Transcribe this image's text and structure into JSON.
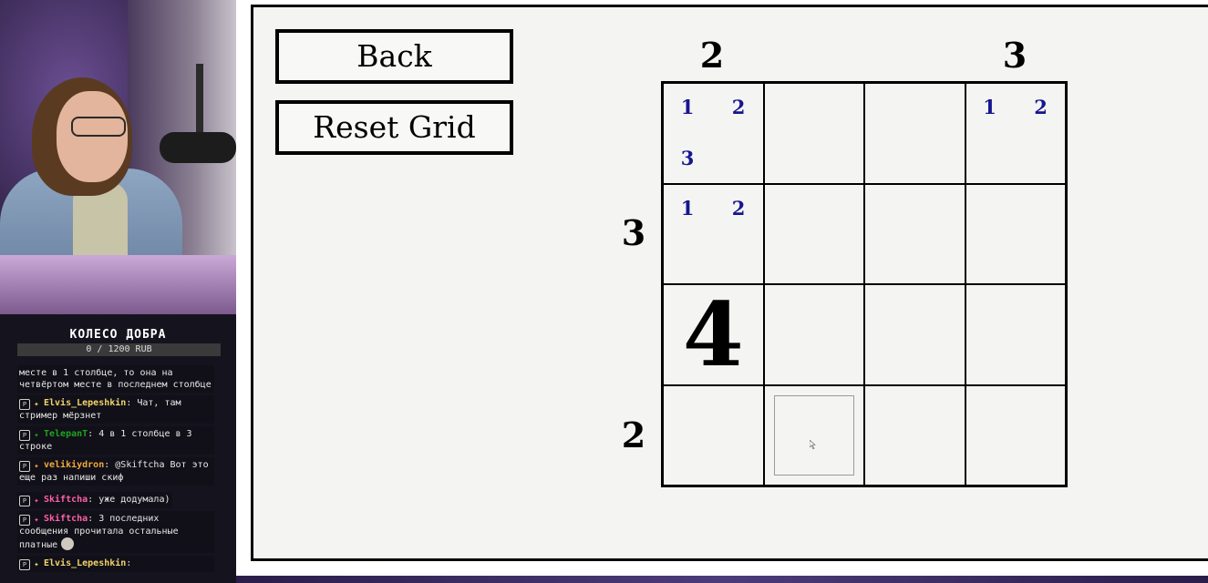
{
  "donation": {
    "title": "КОЛЕСО ДОБРА",
    "progress_text": "0 / 1200 RUB",
    "progress": 0
  },
  "chat": [
    {
      "user": "",
      "text": "месте в 1 столбце, то она на четвёртом месте в последнем столбце",
      "user_color": "#e8e8e8"
    },
    {
      "user": "Elvis_Lepeshkin",
      "text": ": Чат, там стример мёрзнет",
      "user_color": "#f2d36b"
    },
    {
      "user": "TelepanT",
      "text": ": 4 в 1 столбце в 3 строке",
      "user_color": "#1fa31f"
    },
    {
      "user": "velikiydron",
      "text": ": @Skiftcha Вот это еще раз напиши скиф",
      "user_color": "#f2a93b"
    },
    {
      "user": "Skiftcha",
      "text": ": уже додумала)",
      "user_color": "#ff5fa8"
    },
    {
      "user": "Skiftcha",
      "text": ": 3 последних сообщения прочитала остальные платные",
      "user_color": "#ff5fa8"
    },
    {
      "user": "Elvis_Lepeshkin",
      "text": ":",
      "user_color": "#f2d36b"
    }
  ],
  "buttons": {
    "back": "Back",
    "reset": "Reset Grid"
  },
  "clues": {
    "top": [
      "2",
      "",
      "",
      "3"
    ],
    "left": [
      "",
      "3",
      "",
      "2"
    ]
  },
  "grid": [
    [
      {
        "notes": [
          "1",
          "2",
          "3"
        ]
      },
      {},
      {},
      {
        "notes": [
          "1",
          "2"
        ]
      }
    ],
    [
      {
        "notes": [
          "1",
          "2"
        ]
      },
      {},
      {},
      {}
    ],
    [
      {
        "value": "4"
      },
      {},
      {},
      {}
    ],
    [
      {},
      {
        "selected": true
      },
      {},
      {}
    ]
  ],
  "colors": {
    "note": "#16168f",
    "board": "#f4f4f3"
  }
}
